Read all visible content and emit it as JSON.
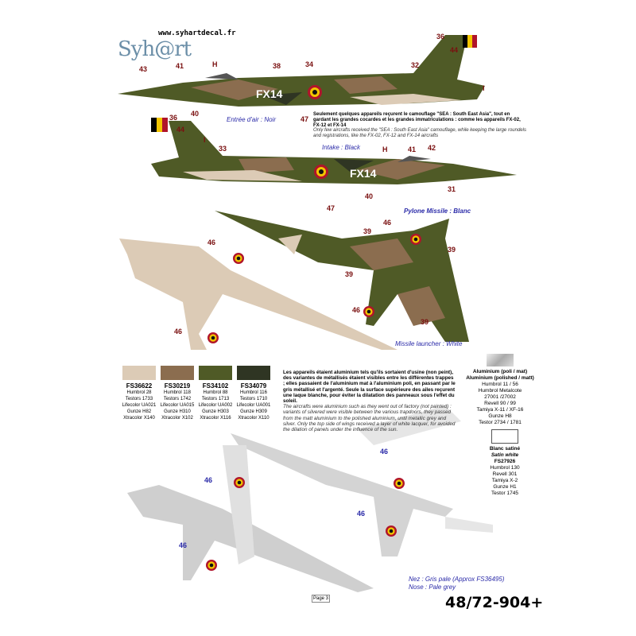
{
  "header": {
    "brand": "Syh@rt",
    "website": "www.syhartdecal.fr"
  },
  "side_view_1": {
    "registration": "FX14",
    "callouts": [
      "43",
      "41",
      "H",
      "38",
      "34",
      "32",
      "36",
      "44",
      "I",
      "40",
      "47"
    ],
    "intake_note_fr": "Entrée d'air : Noir"
  },
  "camo_note": {
    "fr": "Seulement quelques appareils reçurent le camouflage \"SEA : South East Asia\", tout en gardant les grandes cocardes et les grandes immatriculations : comme les appareils FX-02, FX-12 et FX-14",
    "en": "Only few aircrafts received the \"SEA : South East Asia\" camouflage, while keeping the large roundels and registrations, like the FX-02, FX-12 and FX-14 aircrafts"
  },
  "side_view_2": {
    "registration": "FX14",
    "callouts": [
      "36",
      "44",
      "I",
      "33",
      "H",
      "41",
      "42",
      "40",
      "47",
      "31"
    ],
    "intake_note_en": "Intake : Black"
  },
  "plan_views": {
    "pylon_note_fr": "Pylone Missile : Blanc",
    "launcher_note_en": "Missile launcher : White",
    "callouts": [
      "46",
      "46",
      "39",
      "46",
      "39",
      "39",
      "46",
      "39"
    ]
  },
  "colors": [
    {
      "code": "FS36622",
      "hex": "#dccbb6",
      "refs": [
        "Humbrol 28",
        "Testors 1733",
        "Lifecolor UA021",
        "Gunze H82",
        "Xtracolor X140"
      ]
    },
    {
      "code": "FS30219",
      "hex": "#8b6d4f",
      "refs": [
        "Humbrol 118",
        "Testors 1742",
        "Lifecolor UA015",
        "Gunze H310",
        "Xtracolor X102"
      ]
    },
    {
      "code": "FS34102",
      "hex": "#4f5a26",
      "refs": [
        "Humbrol 88",
        "Testors 1713",
        "Lifecolor UA002",
        "Gunze H303",
        "Xtracolor X116"
      ]
    },
    {
      "code": "FS34079",
      "hex": "#2f3523",
      "refs": [
        "Humbrol 116",
        "Testors 1710",
        "Lifecolor UA001",
        "Gunze H309",
        "Xtracolor X110"
      ]
    }
  ],
  "aluminium_note": {
    "fr": "Les appareils étaient aluminium tels qu'ils sortaient d'usine (non peint), des variantes de métallisés étaient visibles entre les différentes trappes ; elles passaient de l'aluminium mat à l'aluminium poli, en passant par le gris métallisé et l'argenté. Seule la surface supérieure des ailes reçurent une laque blanche, pour éviter la dilatation des panneaux sous l'effet du soleil.",
    "en": "The aircrafts were aluminium such as they went out of factory (not painted) : variants of silvered were visible between the various trapdoors, they passed from the matt aluminium to the polished aluminium, until metallic grey and silver. Only the top side of wings received a layer of white lacquer, for avoided the dilation of panels under the influence of the sun."
  },
  "aluminium": {
    "title_fr": "Aluminium (poli / mat)",
    "title_en": "Aluminium (polished / matt)",
    "refs": [
      "Humbrol 11 / 56",
      "Humbrol Metalcote",
      "27001 /27002",
      "Revell 90 / 99",
      "Tamiya X-11 / XF-16",
      "Gunze H8",
      "Testor 2734 / 1781"
    ]
  },
  "satin_white": {
    "title_fr": "Blanc satiné",
    "title_en": "Satin white",
    "code": "FS27926",
    "refs": [
      "Humbrol 130",
      "Revell 301",
      "Tamiya X-2",
      "Gunze H1",
      "Testor 1745"
    ]
  },
  "silver_views": {
    "callouts": [
      "46",
      "46",
      "46",
      "46"
    ]
  },
  "nose_note": {
    "fr": "Nez : Gris pale (Approx FS36495)",
    "en": "Nose : Pale grey"
  },
  "footer": {
    "page": "Page 3",
    "sheet_ref": "48/72-904+"
  }
}
